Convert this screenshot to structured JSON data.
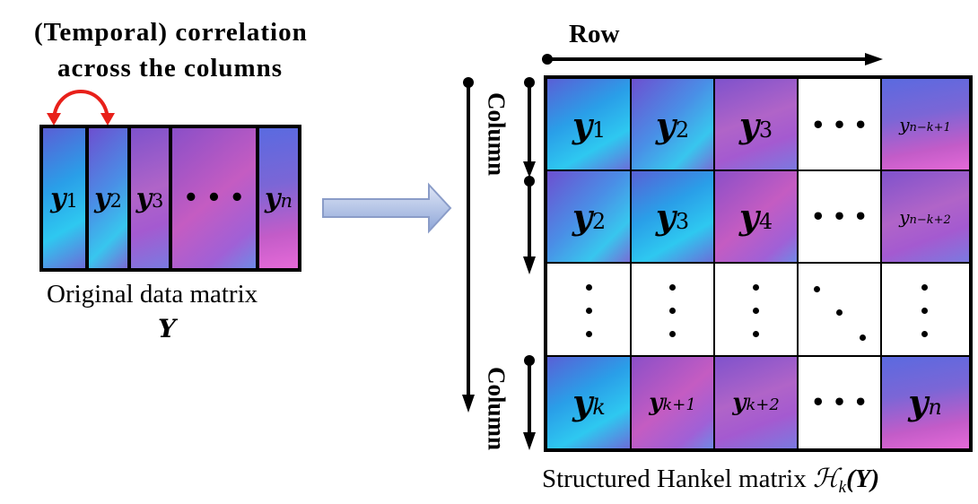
{
  "left": {
    "title_line1": "(Temporal)  correlation",
    "title_line2": "across  the  columns",
    "columns": [
      {
        "base": "y",
        "sub": "1"
      },
      {
        "base": "y",
        "sub": "2"
      },
      {
        "base": "y",
        "sub": "3"
      },
      {
        "base": "• • •",
        "sub": ""
      },
      {
        "base": "y",
        "sub": "n"
      }
    ],
    "caption_line1": "Original data matrix",
    "caption_line2": "Y"
  },
  "right": {
    "row_label": "Row",
    "column_label_top": "Column",
    "column_label_bottom": "Column",
    "row1": [
      {
        "base": "y",
        "sub": "1"
      },
      {
        "base": "y",
        "sub": "2"
      },
      {
        "base": "y",
        "sub": "3"
      },
      {
        "base": "• • •",
        "sub": ""
      },
      {
        "base": "y",
        "sub": "n−k+1"
      }
    ],
    "row2": [
      {
        "base": "y",
        "sub": "2"
      },
      {
        "base": "y",
        "sub": "3"
      },
      {
        "base": "y",
        "sub": "4"
      },
      {
        "base": "• • •",
        "sub": ""
      },
      {
        "base": "y",
        "sub": "n−k+2"
      }
    ],
    "row4": [
      {
        "base": "y",
        "sub": "k"
      },
      {
        "base": "y",
        "sub": "k+1"
      },
      {
        "base": "y",
        "sub": "k+2"
      },
      {
        "base": "• • •",
        "sub": ""
      },
      {
        "base": "y",
        "sub": "n"
      }
    ],
    "caption_prefix": "Structured Hankel matrix ",
    "caption_symbol": "ℋ",
    "caption_sub": "k",
    "caption_arg": "(Y)"
  },
  "colors": {
    "red_arrow": "#e8201a",
    "arrow_fill_light": "#dfe6f6",
    "arrow_fill_dark": "#8ea6d8",
    "arrow_stroke": "#8a9cc8"
  }
}
